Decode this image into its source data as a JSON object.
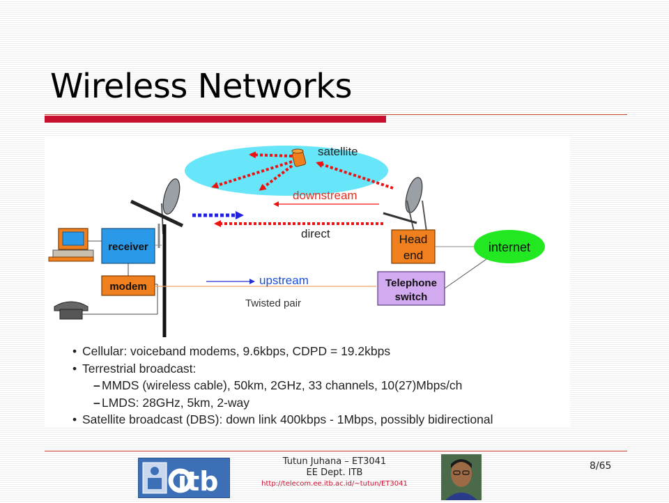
{
  "slide": {
    "title": "Wireless Networks",
    "page_number": "8/65"
  },
  "diagram": {
    "labels": {
      "satellite": "satellite",
      "downstream": "downstream",
      "direct": "direct",
      "upstream": "upstream",
      "twisted_pair": "Twisted pair",
      "receiver": "receiver",
      "modem": "modem",
      "head_end_line1": "Head",
      "head_end_line2": "end",
      "internet": "internet",
      "telephone_line1": "Telephone",
      "telephone_line2": "switch"
    },
    "colors": {
      "satellite_ellipse": "#66e6f8",
      "internet_ellipse": "#22e822",
      "receiver_box": "#2a9ae8",
      "modem_box": "#f07f1e",
      "head_end_box": "#f07f1e",
      "telephone_box": "#d2aaf0",
      "red_arrow": "#ee1111",
      "blue_arrow": "#2222dd",
      "upstream_text": "#1a4fd6",
      "downstream_text": "#e23020"
    }
  },
  "bullets": [
    {
      "level": 1,
      "text": "Cellular: voiceband modems, 9.6kbps,  CDPD = 19.2kbps"
    },
    {
      "level": 1,
      "text": "Terrestrial broadcast:"
    },
    {
      "level": 2,
      "text": "MMDS (wireless cable), 50km, 2GHz, 33 channels, 10(27)Mbps/ch"
    },
    {
      "level": 2,
      "text": "LMDS: 28GHz, 5km, 2-way"
    },
    {
      "level": 1,
      "text": "Satellite broadcast (DBS): down link 400kbps - 1Mbps, possibly bidirectional"
    }
  ],
  "footer": {
    "author": "Tutun Juhana – ET3041",
    "dept": "EE Dept. ITB",
    "url": "http://telecom.ee.itb.ac.id/~tutun/ET3041",
    "logo_text": "itb"
  }
}
